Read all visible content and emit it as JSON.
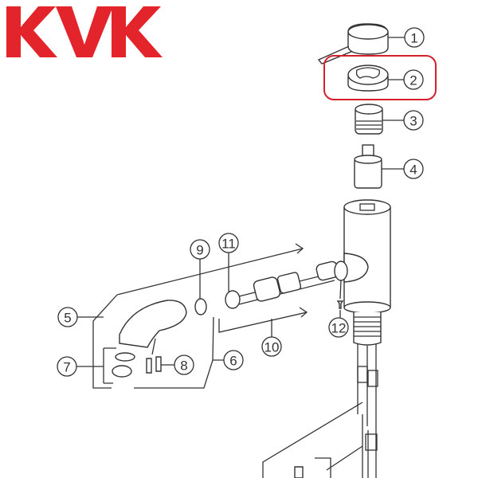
{
  "brand": {
    "logo_text": "KVK",
    "color": "#e4242b"
  },
  "highlight": {
    "part": "2",
    "color": "#d4202a"
  },
  "callouts": [
    "1",
    "2",
    "3",
    "4",
    "5",
    "6",
    "7",
    "8",
    "9",
    "10",
    "11",
    "12"
  ]
}
